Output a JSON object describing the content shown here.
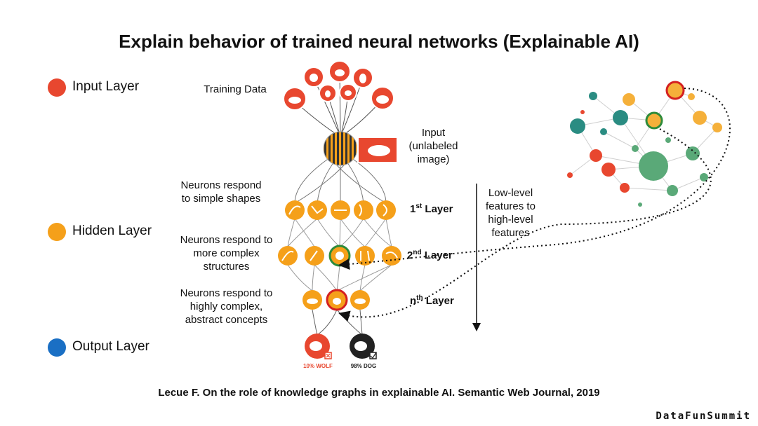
{
  "title": "Explain behavior of trained neural networks (Explainable AI)",
  "legend": [
    {
      "label": "Input Layer",
      "color": "#e8472f"
    },
    {
      "label": "Hidden Layer",
      "color": "#f5a01a"
    },
    {
      "label": "Output Layer",
      "color": "#1a6fc4"
    }
  ],
  "network": {
    "training_data_label": "Training Data",
    "input_label": [
      "Input",
      "(unlabeled",
      "image)"
    ],
    "layers": [
      {
        "desc": [
          "Neurons respond",
          "to simple shapes"
        ],
        "name": "Layer",
        "ordinal": "1",
        "suffix": "st"
      },
      {
        "desc": [
          "Neurons respond to",
          "more complex",
          "structures"
        ],
        "name": "Layer",
        "ordinal": "2",
        "suffix": "nd"
      },
      {
        "desc": [
          "Neurons respond to",
          "highly complex,",
          "abstract concepts"
        ],
        "name": "Layer",
        "ordinal": "n",
        "suffix": "th"
      }
    ],
    "features_label": [
      "Low-level",
      "features to",
      "high-level",
      "features"
    ],
    "outputs": [
      {
        "label": "10% WOLF",
        "color": "#e8472f"
      },
      {
        "label": "98% DOG",
        "color": "#222222"
      }
    ]
  },
  "citation": "Lecue F. On the role of knowledge graphs in explainable AI. Semantic Web Journal, 2019",
  "brand": "DataFunSummit"
}
